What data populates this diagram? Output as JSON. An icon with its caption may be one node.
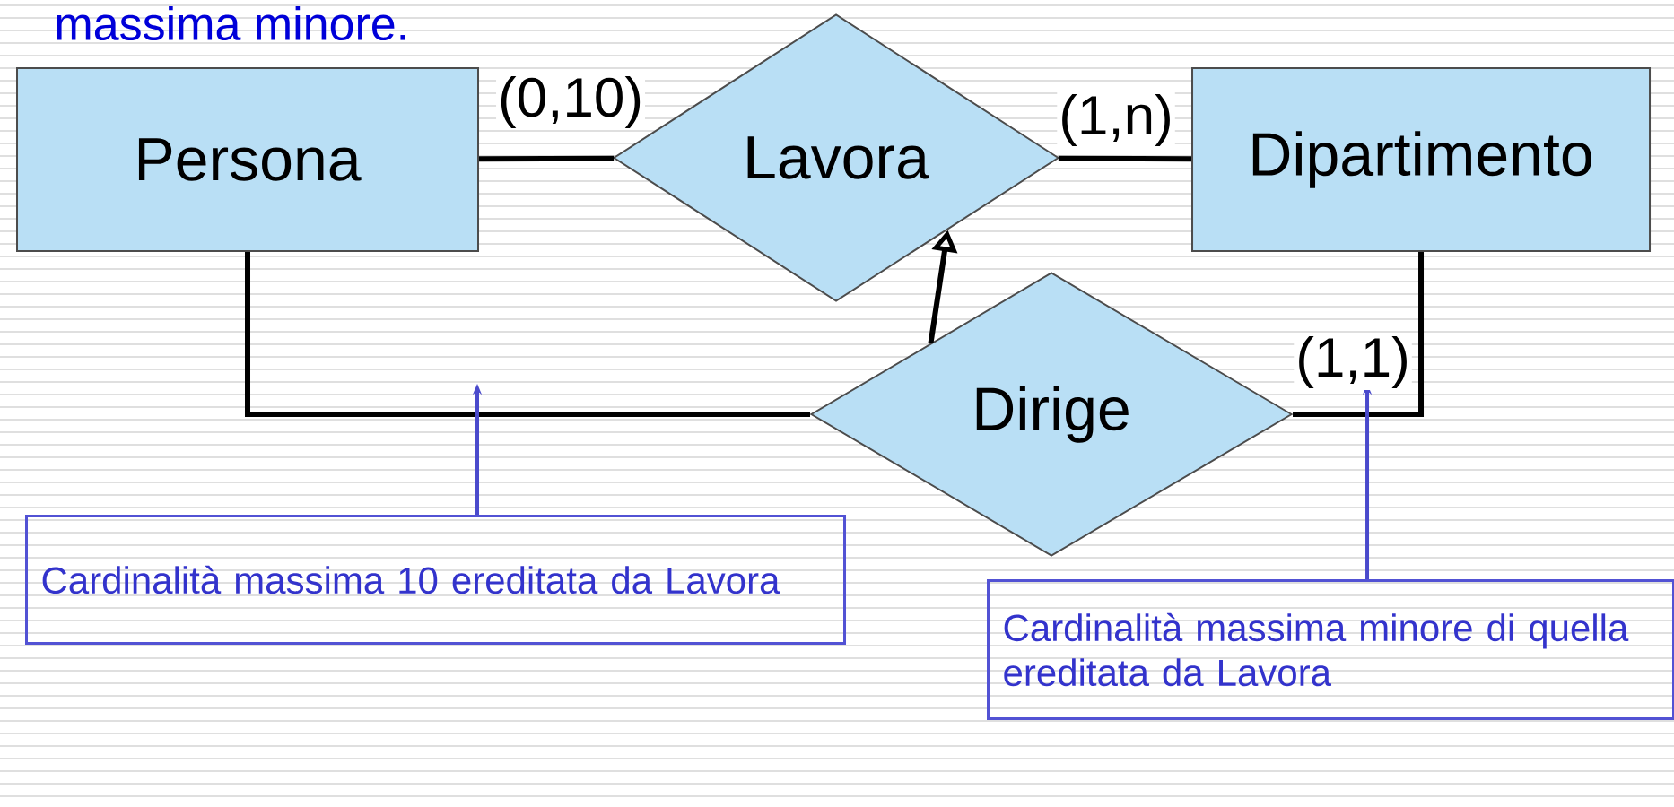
{
  "diagram": {
    "nodes": [
      {
        "text": [
          "Persona"
        ]
      },
      {
        "text": [
          "Lavora"
        ]
      },
      {
        "text": [
          "Dipartimento"
        ]
      },
      {
        "text": [
          "Dirige"
        ]
      },
      {
        "text": [
          "Cardinalità massima 10 ereditata da Lavora"
        ]
      },
      {
        "text": [
          "Cardinalità massima minore di quella ereditata da Lavora"
        ]
      }
    ],
    "edges": [
      {
        "from": 0,
        "to": 1,
        "arrow": "none",
        "label": "(0,10)"
      },
      {
        "from": 1,
        "to": 2,
        "arrow": "none",
        "label": "(1,n)"
      },
      {
        "from": 0,
        "to": 3,
        "arrow": "none"
      },
      {
        "from": 3,
        "to": 2,
        "arrow": "none",
        "label": "(1,1)"
      },
      {
        "from": 3,
        "to": 1,
        "arrow": "to"
      },
      {
        "from": 4,
        "to": null,
        "arrow": "to",
        "color": "#4a4acc"
      },
      {
        "from": 5,
        "to": null,
        "arrow": "to",
        "color": "#4a4acc"
      }
    ],
    "labels": [
      "massima minore."
    ]
  }
}
